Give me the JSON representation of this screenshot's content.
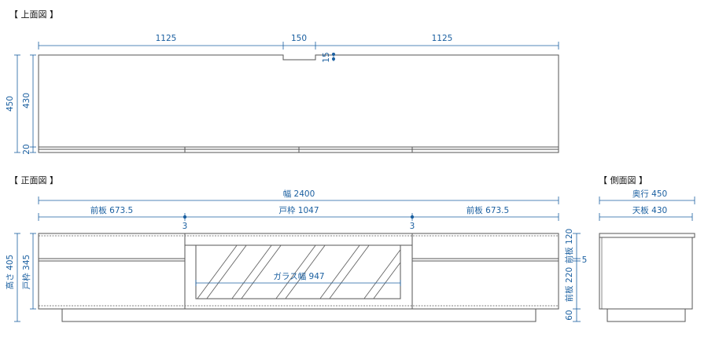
{
  "top_view": {
    "title": "【 上面図 】",
    "dims": {
      "left_width": "1125",
      "notch_width": "150",
      "right_width": "1125",
      "notch_depth": "15",
      "total_depth": "450",
      "top_depth": "430",
      "front_depth": "20"
    }
  },
  "front_view": {
    "title": "【 正面図 】",
    "dims": {
      "total_width": "幅 2400",
      "left_panel": "前板 673.5",
      "door_frame": "戸枠 1047",
      "right_panel": "前板 673.5",
      "gap_left": "3",
      "gap_right": "3",
      "glass": "ガラス幅 947",
      "total_height": "高さ 405",
      "door_height": "戸枠 345",
      "upper_front": "前板 120",
      "gap_vertical": "5",
      "lower_front": "前板 220",
      "base_height": "60"
    }
  },
  "side_view": {
    "title": "【 側面図 】",
    "dims": {
      "depth": "奥行 450",
      "top_depth": "天板 430"
    }
  },
  "colors": {
    "dimension": "#1a5fa0",
    "outline": "#555555",
    "text": "#111111"
  }
}
